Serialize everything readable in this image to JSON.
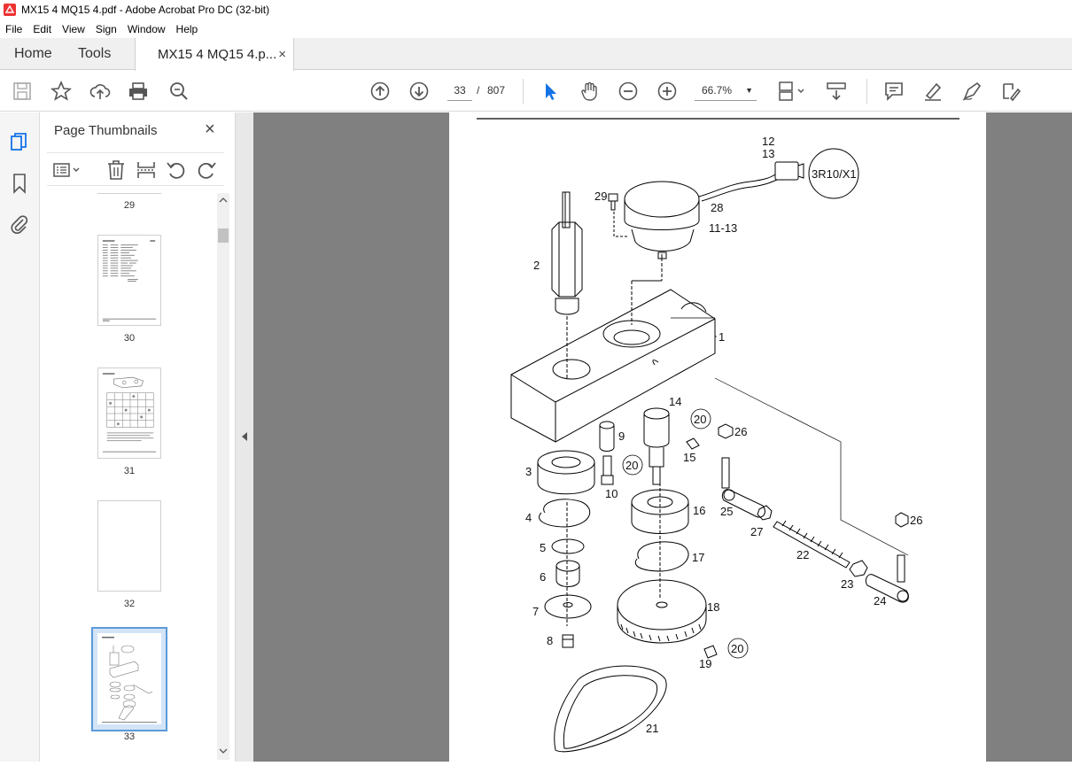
{
  "window": {
    "title": "MX15 4  MQ15 4.pdf - Adobe Acrobat Pro DC (32-bit)"
  },
  "menu": [
    "File",
    "Edit",
    "View",
    "Sign",
    "Window",
    "Help"
  ],
  "tabs": {
    "home": "Home",
    "tools": "Tools",
    "document": "MX15 4  MQ15 4.p...",
    "close": "×"
  },
  "toolbar": {
    "page_current": "33",
    "page_sep": "/",
    "page_total": "807",
    "zoom": "66.7%"
  },
  "panel": {
    "title": "Page Thumbnails",
    "close": "×",
    "thumbnails": [
      {
        "label": "29"
      },
      {
        "label": "30"
      },
      {
        "label": "31"
      },
      {
        "label": "32"
      },
      {
        "label": "33"
      }
    ]
  },
  "drawing": {
    "connector": "3R10/X1",
    "callouts": [
      "1",
      "2",
      "3",
      "4",
      "5",
      "6",
      "7",
      "8",
      "9",
      "10",
      "11-13",
      "12",
      "13",
      "14",
      "15",
      "16",
      "17",
      "18",
      "19",
      "20",
      "21",
      "22",
      "23",
      "24",
      "25",
      "26",
      "27",
      "28",
      "29"
    ]
  },
  "colors": {
    "accent": "#1473e6",
    "selection": "#5b9ad9",
    "doc_bg": "#808080"
  }
}
